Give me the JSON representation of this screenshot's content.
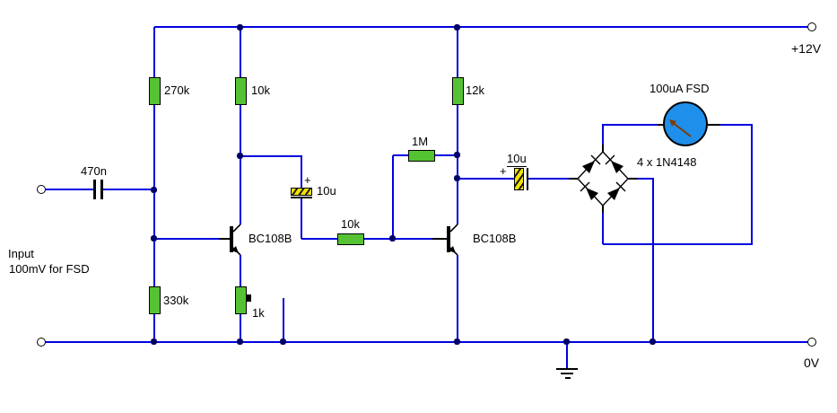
{
  "labels": {
    "supply_pos": "+12V",
    "supply_neg": "0V",
    "input_line1": "Input",
    "input_line2": "100mV for FSD"
  },
  "components": {
    "input_cap": "470n",
    "r_bias_upper": "270k",
    "r_bias_lower": "330k",
    "r_collector_q1": "10k",
    "r_emitter_preset": "1k",
    "coupling_cap1": "10u",
    "coupling_cap1_polarity": "+",
    "r_series": "10k",
    "r_feedback": "1M",
    "r_collector_q2": "12k",
    "transistor_q1": "BC108B",
    "transistor_q2": "BC108B",
    "output_cap": "10u",
    "output_cap_polarity": "+",
    "diode_bridge": "4 x 1N4148",
    "meter": "100uA FSD"
  },
  "colors": {
    "wire": "#0000e0",
    "resistor_body": "#55c234",
    "capacitor_body": "#f0e000",
    "meter_face": "#1e8fea",
    "meter_needle": "#7f3b00",
    "junction_dot": "#000066"
  }
}
